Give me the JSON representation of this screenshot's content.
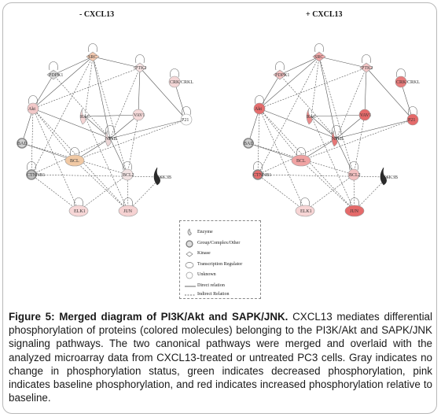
{
  "panels": {
    "left_title": "- CXCL13",
    "right_title": "+ CXCL13"
  },
  "nodes": [
    {
      "id": "SRC",
      "label": "SRC"
    },
    {
      "id": "PDPK1",
      "label": "PDPK1"
    },
    {
      "id": "PTK2",
      "label": "PTK2"
    },
    {
      "id": "CRK",
      "label": "CRK/CRKL"
    },
    {
      "id": "AKT",
      "label": "Akt"
    },
    {
      "id": "RAC",
      "label": "RAC"
    },
    {
      "id": "VAV1",
      "label": "VAV1"
    },
    {
      "id": "P21",
      "label": "P21"
    },
    {
      "id": "BAD",
      "label": "BAD"
    },
    {
      "id": "NFKB",
      "label": "NFkB"
    },
    {
      "id": "BCL2L",
      "label": "BCL"
    },
    {
      "id": "CTNNB1",
      "label": "CTNNB1"
    },
    {
      "id": "BCL2",
      "label": "BCL2"
    },
    {
      "id": "GSK3",
      "label": "GSK3B"
    },
    {
      "id": "ELK1",
      "label": "ELK1"
    },
    {
      "id": "JUN",
      "label": "JUN"
    }
  ],
  "left_colors": {
    "SRC": "#f3c9b0",
    "PDPK1": "#d9d9d9",
    "PTK2": "#f6e3e3",
    "CRK": "#f4d6d6",
    "AKT": "#f2c8c8",
    "RAC": "#f4d4d4",
    "VAV1": "#f6dada",
    "P21": "#ffffff",
    "BAD": "#cfcfcf",
    "NFKB": "#ecd6d6",
    "BCL2L": "#f1c9a4",
    "CTNNB1": "#bdbdbd",
    "BCL2": "#f2e3e3",
    "GSK3": "#2b2b2b",
    "ELK1": "#f7d7d7",
    "JUN": "#f6d2d2"
  },
  "right_colors": {
    "SRC": "#f2a9a9",
    "PDPK1": "#f5c3c3",
    "PTK2": "#f4c6c6",
    "CRK": "#e77b7b",
    "AKT": "#e56d6d",
    "RAC": "#ec8b8b",
    "VAV1": "#e56a6a",
    "P21": "#e56a6a",
    "BAD": "#cfcfcf",
    "NFKB": "#e77777",
    "BCL2L": "#f0a3a3",
    "CTNNB1": "#e56d6d",
    "BCL2": "#f3c1c1",
    "GSK3": "#2b2b2b",
    "ELK1": "#f7d5d5",
    "JUN": "#e56a6a"
  },
  "legend": {
    "items": [
      {
        "icon": "enzyme-icon",
        "label": "Enzyme"
      },
      {
        "icon": "group-icon",
        "label": "Group/Complex/Other"
      },
      {
        "icon": "kinase-icon",
        "label": "Kinase"
      },
      {
        "icon": "transcription-regulator-icon",
        "label": "Transcription Regulator"
      },
      {
        "icon": "unknown-icon",
        "label": "Unknown"
      }
    ],
    "direct_label": "Direct relation",
    "indirect_label": "Indirect Relation"
  },
  "caption": {
    "bold": "Figure 5: Merged diagram of PI3K/Akt and SAPK/JNK.",
    "text": " CXCL13 mediates differential phosphorylation of proteins (colored molecules) belonging to the PI3K/Akt and SAPK/JNK signaling pathways. The two canonical pathways were merged and overlaid with the analyzed microarray data from CXCL13-treated or untreated PC3 cells. Gray indicates no change in phosphorylation status, green indicates decreased phosphorylation, pink indicates baseline phosphorylation, and red indicates increased phosphorylation relative to baseline."
  },
  "colors": {
    "edge": "#555555",
    "outline": "#777777"
  }
}
